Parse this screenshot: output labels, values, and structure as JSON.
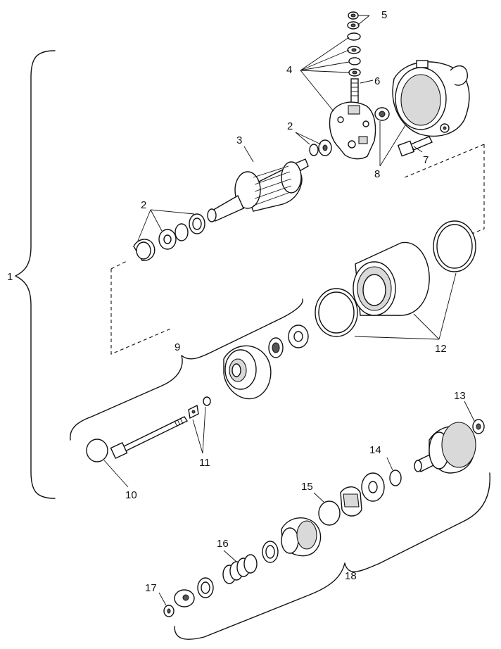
{
  "diagram": {
    "callouts": [
      "1",
      "2",
      "2",
      "2",
      "3",
      "4",
      "5",
      "6",
      "7",
      "8",
      "9",
      "10",
      "11",
      "12",
      "13",
      "14",
      "15",
      "16",
      "17",
      "18"
    ],
    "line_color": "#111111",
    "background": "#ffffff"
  }
}
